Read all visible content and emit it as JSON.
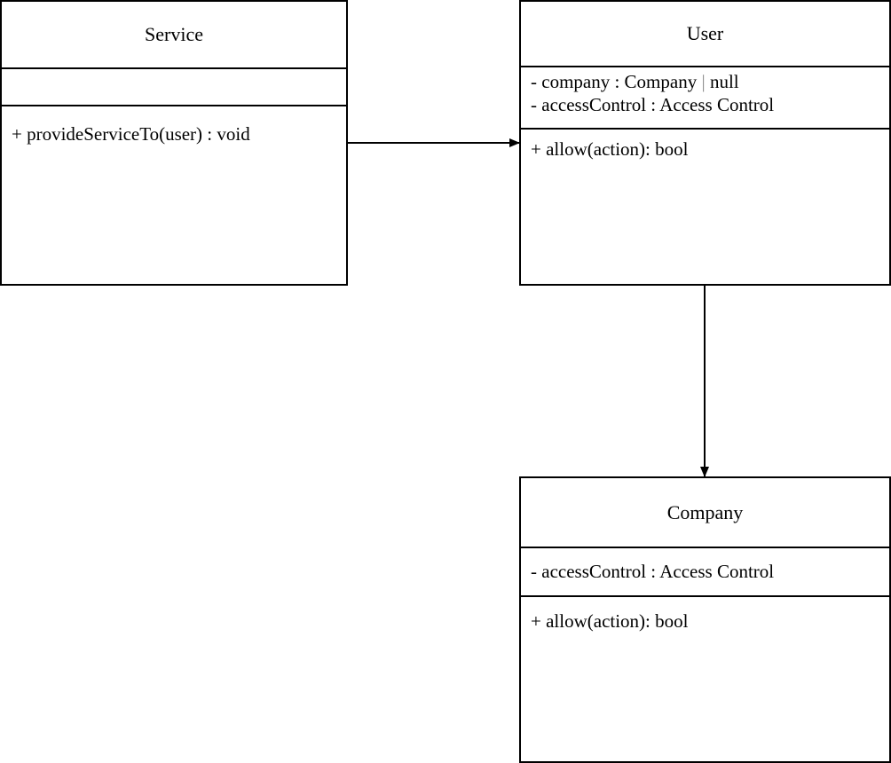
{
  "classes": {
    "service": {
      "name": "Service",
      "attributes": [],
      "methods": [
        "+ provideServiceTo(user) : void"
      ]
    },
    "user": {
      "name": "User",
      "attributes": [
        {
          "before": "- company : Company ",
          "sep": "|",
          "after": " null"
        },
        "- accessControl : Access Control"
      ],
      "methods": [
        "+ allow(action): bool"
      ]
    },
    "company": {
      "name": "Company",
      "attributes": [
        "- accessControl : Access Control"
      ],
      "methods": [
        "+ allow(action): bool"
      ]
    }
  },
  "relations": [
    {
      "from": "Service",
      "to": "User",
      "kind": "directed-association"
    },
    {
      "from": "User",
      "to": "Company",
      "kind": "directed-association"
    }
  ],
  "colors": {
    "stroke": "#000000",
    "background": "#ffffff",
    "separator_glyph": "#8a8a8a"
  }
}
